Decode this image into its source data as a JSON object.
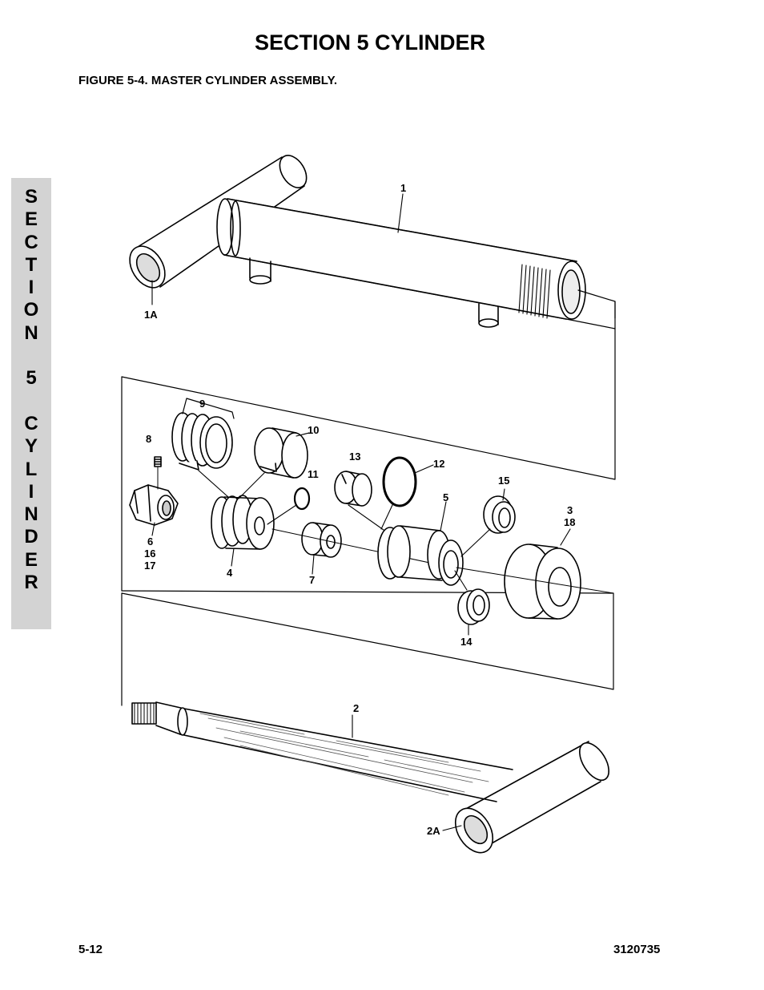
{
  "header": {
    "section_title": "SECTION 5  CYLINDER",
    "figure_caption": "FIGURE 5-4.    MASTER CYLINDER ASSEMBLY."
  },
  "side_tab": {
    "letters": [
      "S",
      "E",
      "C",
      "T",
      "I",
      "O",
      "N",
      "",
      "5",
      "",
      "C",
      "Y",
      "L",
      "I",
      "N",
      "D",
      "E",
      "R"
    ]
  },
  "callouts": {
    "c1": "1",
    "c1a": "1A",
    "c2": "2",
    "c2a": "2A",
    "c3": "3",
    "c18": "18",
    "c4": "4",
    "c5": "5",
    "c6": "6",
    "c16": "16",
    "c17": "17",
    "c7": "7",
    "c8": "8",
    "c9": "9",
    "c10": "10",
    "c11": "11",
    "c12": "12",
    "c13": "13",
    "c14": "14",
    "c15": "15"
  },
  "footer": {
    "page_number": "5-12",
    "doc_number": "3120735"
  }
}
